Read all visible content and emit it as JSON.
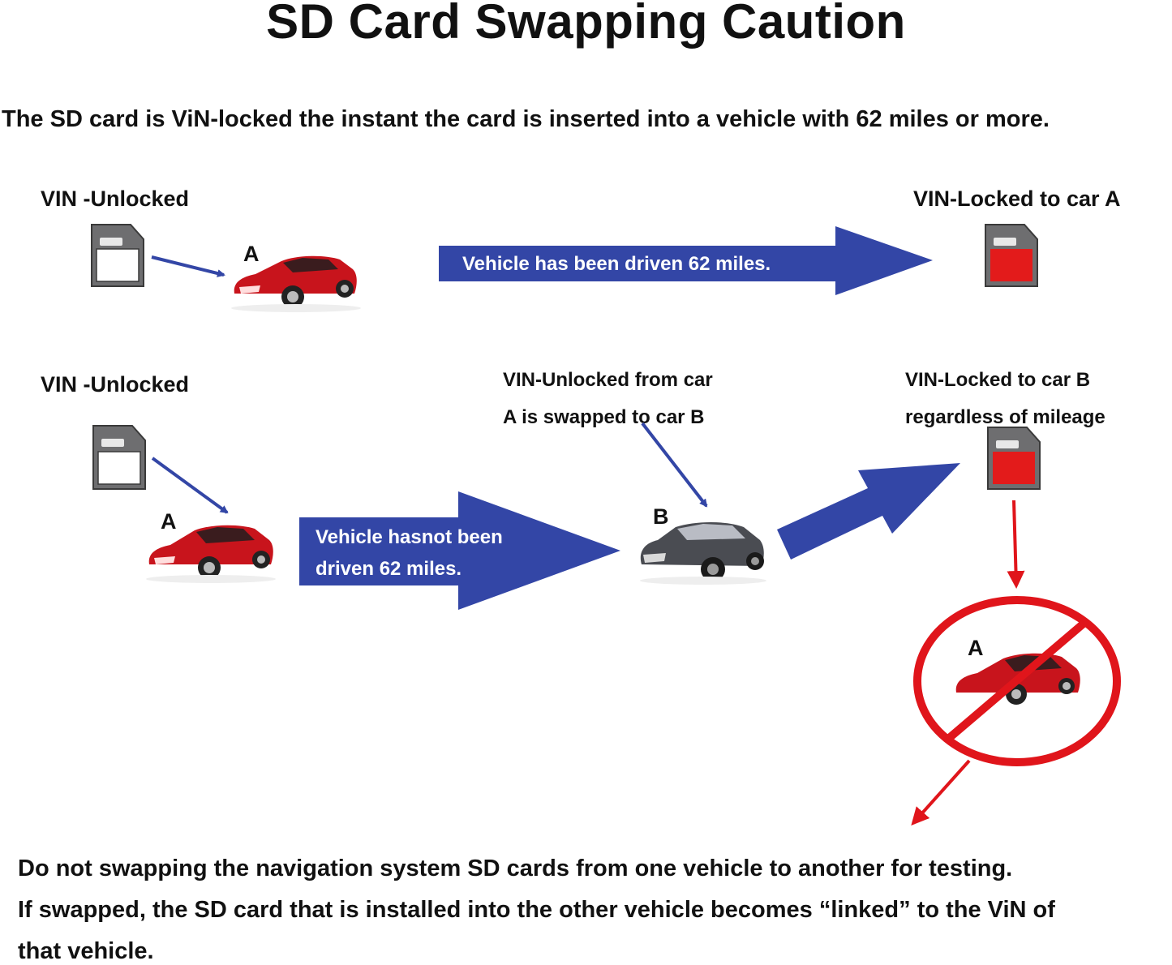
{
  "title": "SD Card Swapping Caution",
  "subtitle": "The SD card is ViN-locked the instant the card is inserted into a vehicle with 62 miles or more.",
  "row1": {
    "left_label": "VIN -Unlocked",
    "car_letter": "A",
    "arrow_text": "Vehicle has been driven 62 miles.",
    "right_label": "VIN-Locked to car A"
  },
  "row2": {
    "left_label": "VIN -Unlocked",
    "car_a_letter": "A",
    "arrow_text_line1": "Vehicle hasnot been",
    "arrow_text_line2": "driven 62 miles.",
    "mid_label_line1": "VIN-Unlocked from car",
    "mid_label_line2": "A is swapped to car B",
    "car_b_letter": "B",
    "right_label_line1": "VIN-Locked to car B",
    "right_label_line2": "regardless of mileage",
    "prohibited_car_letter": "A"
  },
  "footer": {
    "line1": "Do not swapping the navigation system SD cards from one vehicle to another for testing.",
    "line2": "If swapped, the SD card that is installed into the other vehicle becomes “linked” to the ViN of",
    "line3": "that vehicle."
  },
  "colors": {
    "arrow_blue": "#3346a6",
    "car_red": "#c8141c",
    "car_gray": "#4a4c52",
    "sd_gray": "#6e6e70",
    "locked_red": "#e31b1b",
    "prohibit_red": "#e0151b"
  }
}
